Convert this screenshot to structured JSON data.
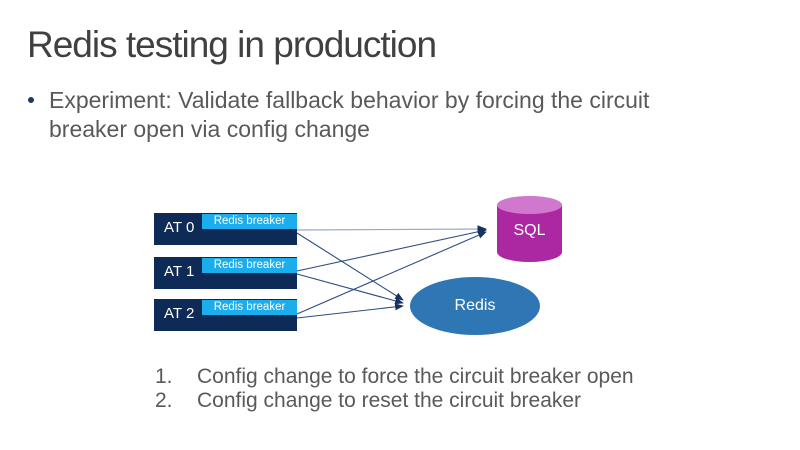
{
  "slide": {
    "title": "Redis testing in production",
    "bullet_marker": "•",
    "bullet_lines": [
      "Experiment: Validate fallback behavior by forcing the circuit",
      "breaker open via config change"
    ]
  },
  "diagram": {
    "nodes": [
      {
        "label": "AT 0",
        "chip": "Redis breaker"
      },
      {
        "label": "AT 1",
        "chip": "Redis breaker"
      },
      {
        "label": "AT 2",
        "chip": "Redis breaker"
      }
    ],
    "sql": {
      "label": "SQL"
    },
    "redis": {
      "label": "Redis"
    }
  },
  "steps": [
    {
      "num": "1.",
      "text": "Config change to force the circuit breaker open"
    },
    {
      "num": "2.",
      "text": "Config change to reset the circuit breaker"
    }
  ],
  "colors": {
    "title_text": "#404040",
    "body_text": "#595959",
    "bullet_dot": "#1f3864",
    "at_box_navy": "#0e2a56",
    "breaker_chip_blue": "#1badec",
    "sql_body_magenta": "#ab28a2",
    "sql_top_pink": "#d077ce",
    "redis_blue": "#2f76b5",
    "connector_navy": "#2e4d7f",
    "arrowhead_navy": "#16335f"
  }
}
